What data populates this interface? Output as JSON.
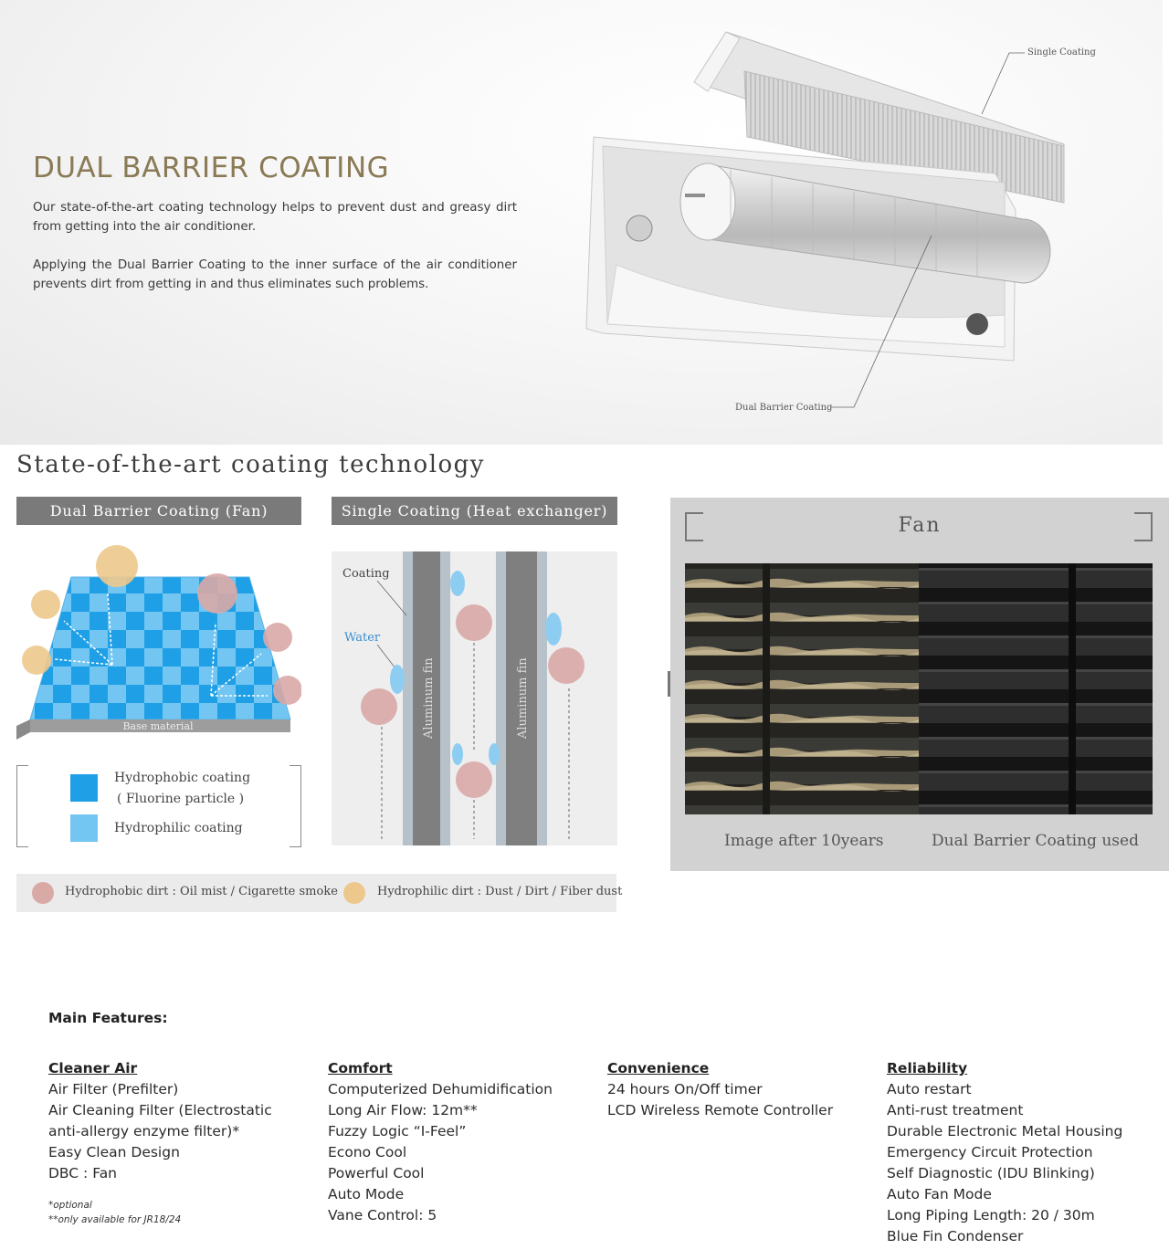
{
  "hero": {
    "title": "DUAL BARRIER COATING",
    "paragraph1": "Our state-of-the-art coating technology helps to prevent dust and greasy dirt from getting into the air conditioner.",
    "paragraph2": "Applying the Dual Barrier Coating to the inner surface of the air conditioner prevents dirt from getting in and thus eliminates such problems.",
    "callout_single": "Single Coating",
    "callout_dual": "Dual Barrier Coating"
  },
  "tech": {
    "title": "State-of-the-art coating technology",
    "dual_panel_title": "Dual Barrier Coating (Fan)",
    "single_panel_title": "Single Coating (Heat exchanger)",
    "base_material": "Base material",
    "coating_label": "Coating",
    "water_label": "Water",
    "fin_label": "Aluminum fin",
    "legend": {
      "hydrophobic": "Hydrophobic coating",
      "hydrophobic_sub": "( Fluorine particle )",
      "hydrophilic": "Hydrophilic coating"
    },
    "dirt": {
      "hydrophobic": "Hydrophobic dirt : Oil mist / Cigarette smoke",
      "hydrophilic": "Hydrophilic dirt : Dust / Dirt / Fiber dust"
    },
    "colors": {
      "hydrophobic": "#1f9fe6",
      "hydrophilic": "#74c6f2",
      "oil_dirt": "#d9a9a6",
      "dust_dirt": "#edc88c"
    }
  },
  "fan_panel": {
    "title": "Fan",
    "caption_left": "Image after 10years",
    "caption_right": "Dual Barrier Coating used"
  },
  "features": {
    "heading": "Main Features:",
    "columns": [
      {
        "title": "Cleaner Air",
        "items": [
          "Air Filter (Prefilter)",
          "Air Cleaning Filter (Electrostatic",
          "anti-allergy enzyme filter)*",
          "Easy Clean Design",
          "DBC : Fan"
        ]
      },
      {
        "title": "Comfort",
        "items": [
          "Computerized Dehumidification",
          "Long Air Flow: 12m**",
          "Fuzzy Logic “I-Feel”",
          "Econo Cool",
          "Powerful Cool",
          "Auto Mode",
          "Vane Control: 5"
        ]
      },
      {
        "title": "Convenience",
        "items": [
          "24 hours On/Off timer",
          "LCD Wireless Remote Controller"
        ]
      },
      {
        "title": "Reliability",
        "items": [
          "Auto restart",
          "Anti-rust treatment",
          "Durable Electronic Metal Housing",
          "Emergency Circuit Protection",
          "Self Diagnostic (IDU Blinking)",
          "Auto Fan Mode",
          "Long Piping Length: 20 / 30m",
          "Blue Fin Condenser"
        ]
      }
    ],
    "note1": "*optional",
    "note2": "**only available for JR18/24"
  }
}
